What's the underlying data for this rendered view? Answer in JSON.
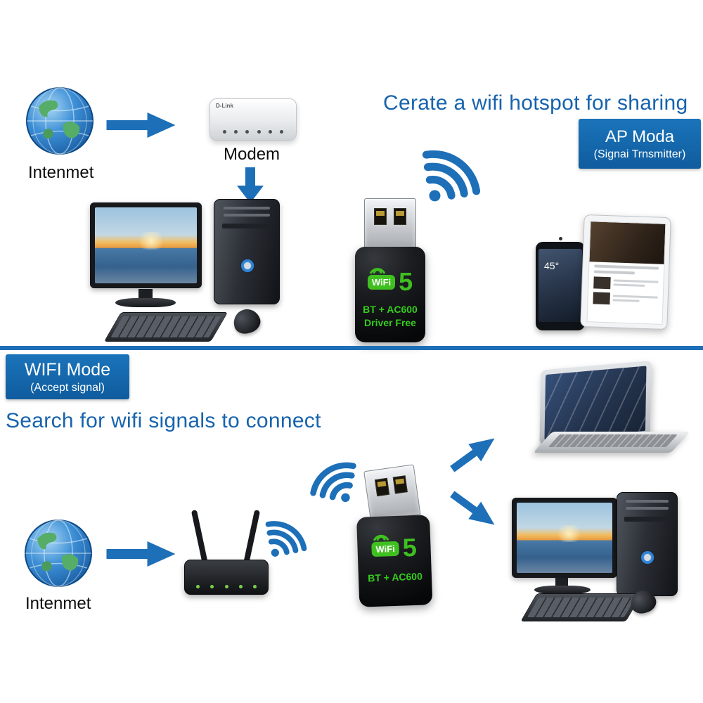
{
  "colors": {
    "accent_blue": "#1763ae",
    "arrow_blue": "#1d6fb8",
    "box_blue": "#1165ad",
    "adapter_green": "#3fc020"
  },
  "top": {
    "internet_label": "Intenmet",
    "modem_brand": "D-Link",
    "modem_label": "Modem",
    "title": "Cerate a wifi hotspot for sharing",
    "mode_title": "AP Moda",
    "mode_subtitle": "(Signai Trnsmitter)",
    "adapter": {
      "wifi": "WiFi",
      "num": "5",
      "line1": "BT + AC600",
      "line2": "Driver Free"
    },
    "phone_temp": "45°"
  },
  "bottom": {
    "mode_title": "WIFI Mode",
    "mode_subtitle": "(Accept signal)",
    "title": "Search for wifi signals to connect",
    "internet_label": "Intenmet",
    "adapter": {
      "wifi": "WiFi",
      "num": "5",
      "line1": "BT + AC600"
    }
  }
}
